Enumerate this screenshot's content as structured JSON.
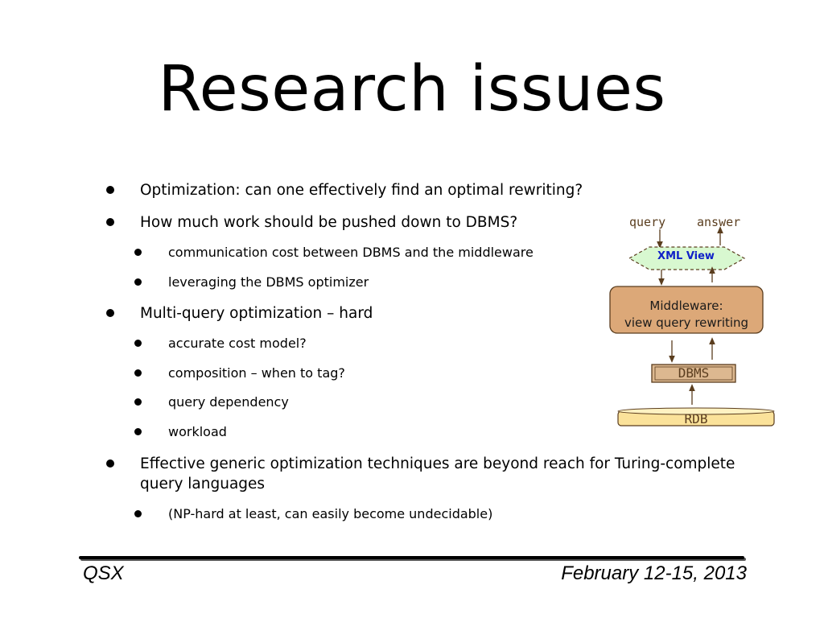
{
  "slide": {
    "title": "Research issues",
    "bullets": [
      {
        "level": 1,
        "text": "Optimization: can one effectively find an optimal rewriting?"
      },
      {
        "level": 1,
        "text": "How much work should be pushed down to DBMS?"
      },
      {
        "level": 2,
        "text": "communication cost between DBMS and the middleware"
      },
      {
        "level": 2,
        "text": "leveraging the DBMS optimizer"
      },
      {
        "level": 1,
        "text": "Multi-query optimization – hard"
      },
      {
        "level": 2,
        "text": "accurate cost model?"
      },
      {
        "level": 2,
        "text": "composition – when to tag?"
      },
      {
        "level": 2,
        "text": "query dependency"
      },
      {
        "level": 2,
        "text": "workload"
      },
      {
        "level": 1,
        "text": "Effective generic optimization techniques are beyond reach for Turing-complete query languages"
      },
      {
        "level": 2,
        "text": "(NP-hard at least, can easily become undecidable)"
      }
    ]
  },
  "diagram": {
    "query_label": "query",
    "answer_label": "answer",
    "xml_view_label": "XML View",
    "middleware_line1": "Middleware:",
    "middleware_line2": "view query rewriting",
    "dbms_label": "DBMS",
    "rdb_label": "RDB",
    "colors": {
      "xml_view_fill": "#d8f8d0",
      "xml_view_text": "#1020c8",
      "middleware_fill": "#dca878",
      "dbms_fill": "#dcb890",
      "rdb_fill": "#fbe29a",
      "stroke": "#5a3d1e"
    }
  },
  "footer": {
    "left": "QSX",
    "right": "February 12-15, 2013"
  }
}
